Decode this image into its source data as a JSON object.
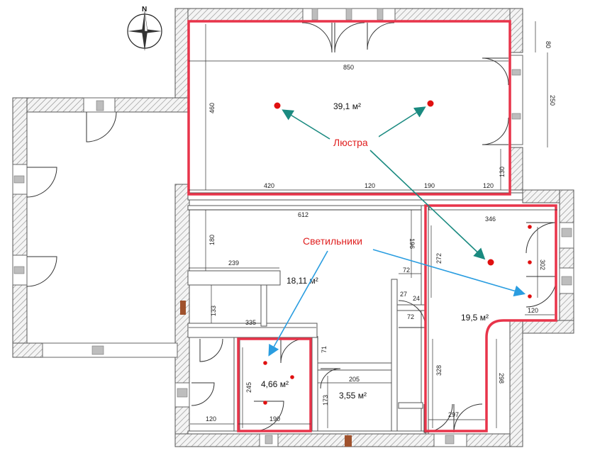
{
  "compass": {
    "north_label": "N"
  },
  "callouts": {
    "chandelier": {
      "label": "Люстра",
      "color": "#e02020",
      "arrow_color": "#1a8a80"
    },
    "lights": {
      "label": "Светильники",
      "color": "#e02020",
      "arrow_color": "#2a9de0"
    }
  },
  "room_areas": {
    "living": "39,1 м²",
    "corridor": "18,11 м²",
    "bedroom": "19,5 м²",
    "bath": "4,66 м²",
    "wc": "3,55 м²"
  },
  "dimensions": {
    "d850": "850",
    "d460": "460",
    "d420": "420",
    "d120a": "120",
    "d190a": "190",
    "d120b": "120",
    "d130": "130",
    "d80": "80",
    "d250": "250",
    "d612": "612",
    "d180": "180",
    "d196": "196",
    "d239": "239",
    "d133": "133",
    "d335": "335",
    "d72a": "72",
    "d27": "27",
    "d24": "24",
    "d72b": "72",
    "d346": "346",
    "d272": "272",
    "d302": "302",
    "d120c": "120",
    "d328": "328",
    "d298": "298",
    "d297": "297",
    "d71": "71",
    "d245": "245",
    "d190b": "190",
    "d205": "205",
    "d173": "173",
    "d120d": "120"
  },
  "colors": {
    "highlight": "#e8344a",
    "light_dot": "#e01010",
    "wall_hatch": "#8a8a8a"
  }
}
